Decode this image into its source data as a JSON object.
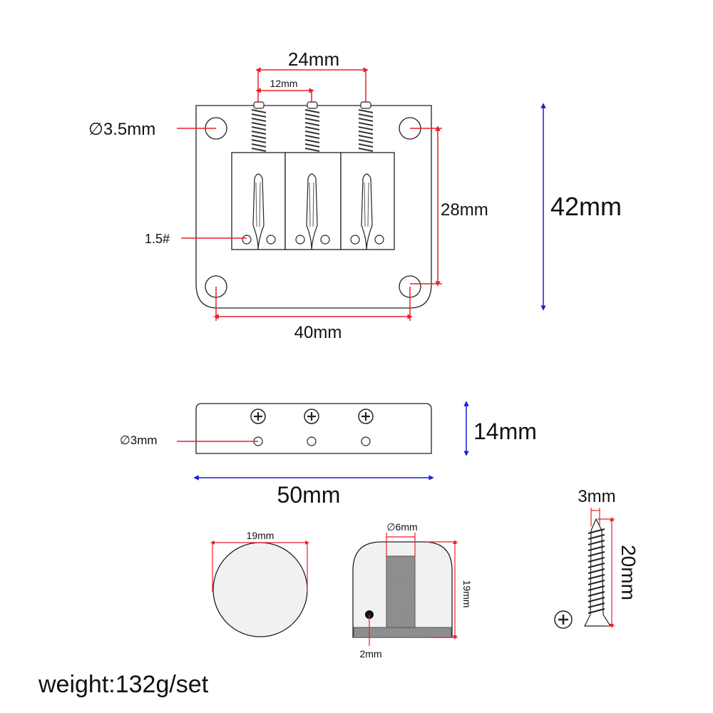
{
  "labels": {
    "spacing_24": "24mm",
    "spacing_12": "12mm",
    "hole_dia": "∅3.5mm",
    "height_28": "28mm",
    "height_42": "42mm",
    "screw_size": "1.5#",
    "width_40": "40mm",
    "thickness_14": "14mm",
    "hole_3": "∅3mm",
    "width_50": "50mm",
    "knob_width": "19mm",
    "knob_bore": "∅6mm",
    "knob_height": "19mm",
    "set_screw": "2mm",
    "screw_dia": "3mm",
    "screw_length": "20mm"
  },
  "weight": "weight:132g/set",
  "colors": {
    "red_dimension": "#e8212b",
    "blue_dimension": "#1b1fd6",
    "outline": "#222222",
    "knob_fill": "#f1f1f1",
    "bore_fill": "#8a8a8a"
  }
}
